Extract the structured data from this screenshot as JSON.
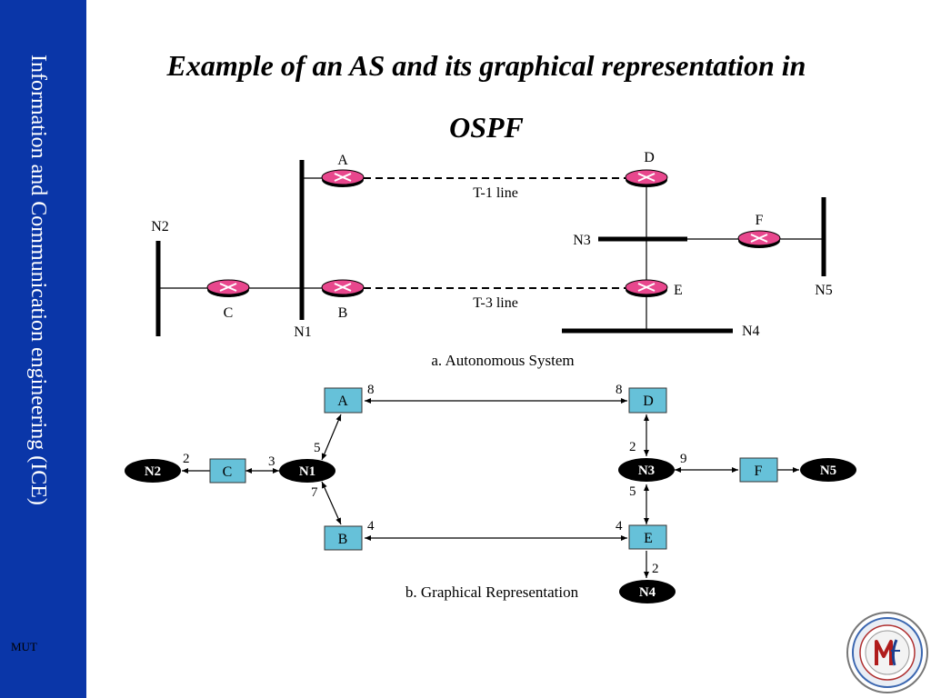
{
  "sidebar": {
    "vertical_title": "Information and Communication engineering (ICE)",
    "footer_label": "MUT",
    "color": "#0a36a8"
  },
  "slide": {
    "title_line1": "Example of an AS and its graphical representation in",
    "title_line2": "OSPF"
  },
  "colors": {
    "router": "#e8478d",
    "node_box": "#66c1d9",
    "network_oval": "#000000"
  },
  "as_diagram": {
    "routers": [
      "A",
      "B",
      "C",
      "D",
      "E",
      "F"
    ],
    "networks": [
      "N1",
      "N2",
      "N3",
      "N4",
      "N5"
    ],
    "t1_line_label": "T-1 line",
    "t3_line_label": "T-3 line",
    "caption": "a. Autonomous System"
  },
  "graph": {
    "caption": "b. Graphical Representation",
    "edges": [
      {
        "from": "A",
        "to": "D",
        "cost_from": "8",
        "cost_to": "8"
      },
      {
        "from": "N1",
        "to": "A",
        "cost": "5"
      },
      {
        "from": "N1",
        "to": "B",
        "cost": "7"
      },
      {
        "from": "B",
        "to": "E",
        "cost_from": "4",
        "cost_to": "4"
      },
      {
        "from": "C",
        "to": "N2",
        "cost": "2"
      },
      {
        "from": "C",
        "to": "N1",
        "cost": "3"
      },
      {
        "from": "D",
        "to": "N3",
        "cost": "2"
      },
      {
        "from": "N3",
        "to": "F",
        "cost": "9"
      },
      {
        "from": "F",
        "to": "N5",
        "cost": ""
      },
      {
        "from": "E",
        "to": "N3",
        "cost": "5"
      },
      {
        "from": "E",
        "to": "N4",
        "cost": "2"
      }
    ]
  }
}
